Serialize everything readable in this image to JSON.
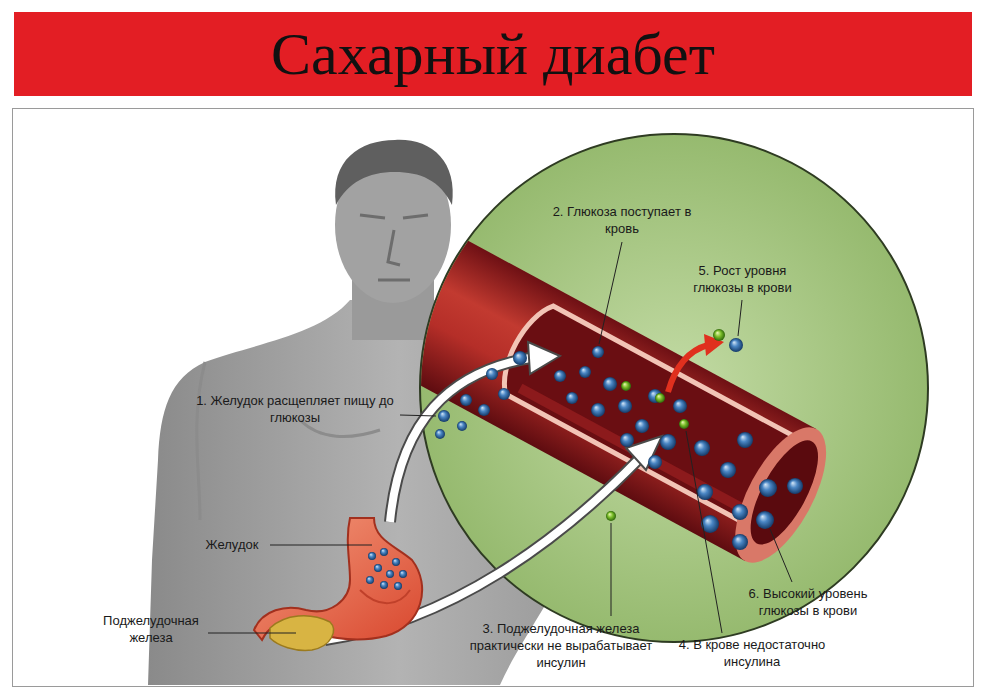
{
  "diagram": {
    "title": "Сахарный диабет",
    "labels": [
      "2. Глюкоза поступает в кровь",
      "5. Рост уровня глюкозы в крови",
      "1. Желудок расщепляет пищу до глюкозы",
      "Желудок",
      "6. Высокий уровень глюкозы в крови",
      "Поджелудочная железа",
      "3. Поджелудочная железа практически не вырабатывает инсулин",
      "4. В крове недостаточно инсулина"
    ]
  }
}
